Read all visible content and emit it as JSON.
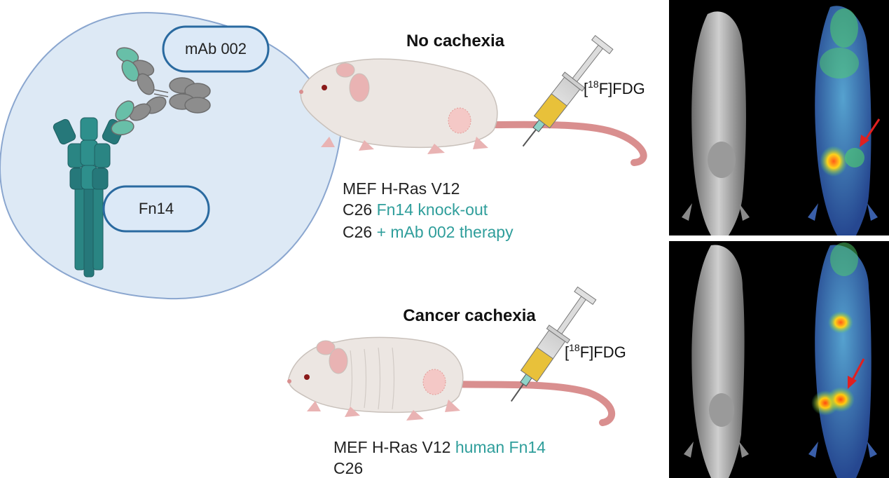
{
  "callout": {
    "antibody_label": "mAb 002",
    "receptor_label": "Fn14"
  },
  "top_panel": {
    "heading": "No cachexia",
    "tracer": {
      "prefix": "[",
      "isotope_mass": "18",
      "suffix": "F]FDG"
    },
    "lines": [
      {
        "black": "MEF H-Ras V12",
        "teal": ""
      },
      {
        "black": "C26 ",
        "teal": "Fn14 knock-out"
      },
      {
        "black": "C26 ",
        "teal": "+ mAb 002 therapy"
      }
    ]
  },
  "bottom_panel": {
    "heading": "Cancer cachexia",
    "tracer": {
      "prefix": "[",
      "isotope_mass": "18",
      "suffix": "F]FDG"
    },
    "lines": [
      {
        "black": "MEF H-Ras V12 ",
        "teal": "human Fn14"
      },
      {
        "black": "C26",
        "teal": ""
      }
    ]
  },
  "colors": {
    "teal_text": "#2f9e9b",
    "callout_fill": "#dde9f5",
    "callout_stroke": "#8aa6cf",
    "pet_arrow": "#e02020",
    "scan_background": "#000000"
  },
  "icons": [
    "antibody-icon",
    "receptor-icon",
    "mouse-icon",
    "syringe-icon",
    "tumor-icon",
    "arrow-icon"
  ]
}
